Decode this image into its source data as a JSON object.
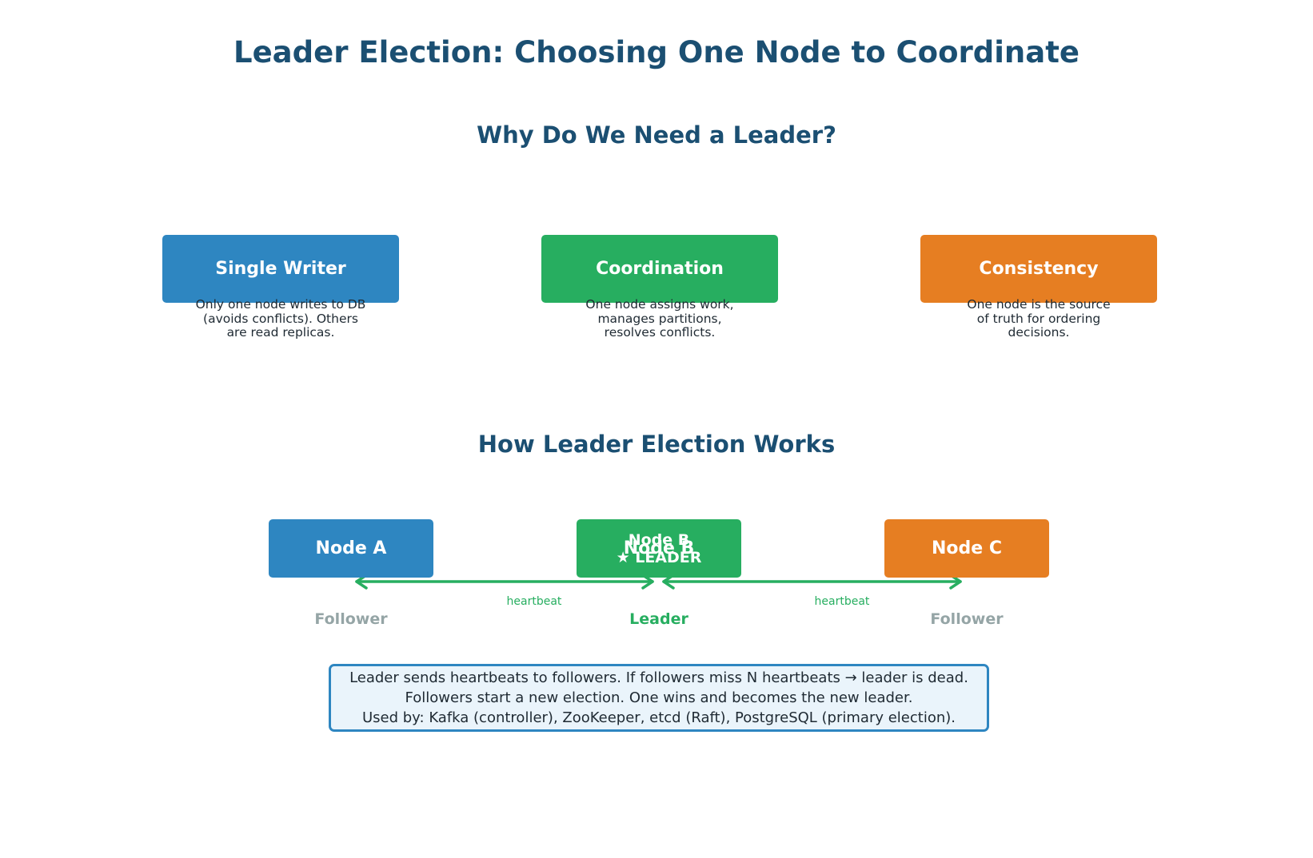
{
  "title": "Leader Election: Choosing One Node to Coordinate",
  "colors": {
    "title": "#1b4f72",
    "blue": "#2e86c1",
    "green": "#27ae60",
    "orange": "#e67e22",
    "muted": "#95a5a6",
    "note_bg": "#eaf4fb",
    "note_border": "#2e86c1"
  },
  "why_section": {
    "title": "Why Do We Need a Leader?",
    "reasons": [
      {
        "label": "Single Writer",
        "description": "Only one node writes to DB\n(avoids conflicts). Others\nare read replicas."
      },
      {
        "label": "Coordination",
        "description": "One node assigns work,\nmanages partitions,\nresolves conflicts."
      },
      {
        "label": "Consistency",
        "description": "One node is the source\nof truth for ordering\ndecisions."
      }
    ]
  },
  "how_section": {
    "title": "How Leader Election Works",
    "nodes": [
      {
        "label": "Node A",
        "role": "Follower"
      },
      {
        "label": "Node B",
        "label_line1": "Node B",
        "label_line2": "★ LEADER",
        "role": "Leader"
      },
      {
        "label": "Node C",
        "role": "Follower"
      }
    ],
    "links": [
      {
        "label": "heartbeat"
      },
      {
        "label": "heartbeat"
      }
    ]
  },
  "note": {
    "lines": [
      "Leader sends heartbeats to followers. If followers miss N heartbeats → leader is dead.",
      "Followers start a new election. One wins and becomes the new leader.",
      "Used by: Kafka (controller), ZooKeeper, etcd (Raft), PostgreSQL (primary election)."
    ]
  }
}
